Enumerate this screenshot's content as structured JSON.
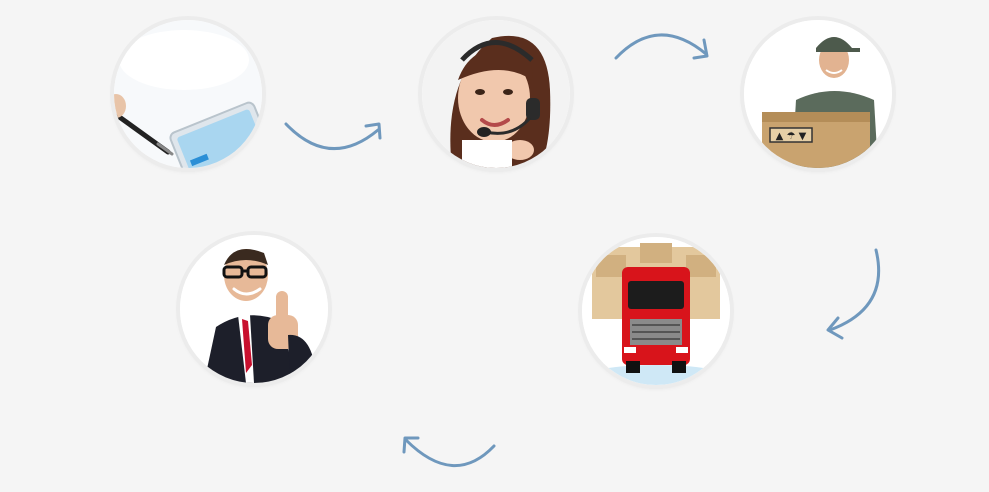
{
  "process_steps": [
    {
      "id": "sign-order",
      "icon": "tablet-stylus-icon"
    },
    {
      "id": "call-support",
      "icon": "support-agent-headset-icon"
    },
    {
      "id": "pack-delivery",
      "icon": "courier-box-icon"
    },
    {
      "id": "transport",
      "icon": "red-truck-icon"
    },
    {
      "id": "satisfied-client",
      "icon": "businessman-thumbs-up-icon"
    }
  ],
  "arrows": [
    {
      "id": "arrow-1-to-2",
      "icon": "curved-arrow-right-icon"
    },
    {
      "id": "arrow-2-to-3",
      "icon": "curved-arrow-right-icon"
    },
    {
      "id": "arrow-3-to-4",
      "icon": "curved-arrow-down-left-icon"
    },
    {
      "id": "arrow-4-to-5",
      "icon": "curved-arrow-left-icon"
    }
  ],
  "colors": {
    "background": "#f5f5f5",
    "arrow": "#6f98bd",
    "circle_border": "#ececec",
    "truck_red": "#d8141b",
    "tie_red": "#c8102e"
  }
}
